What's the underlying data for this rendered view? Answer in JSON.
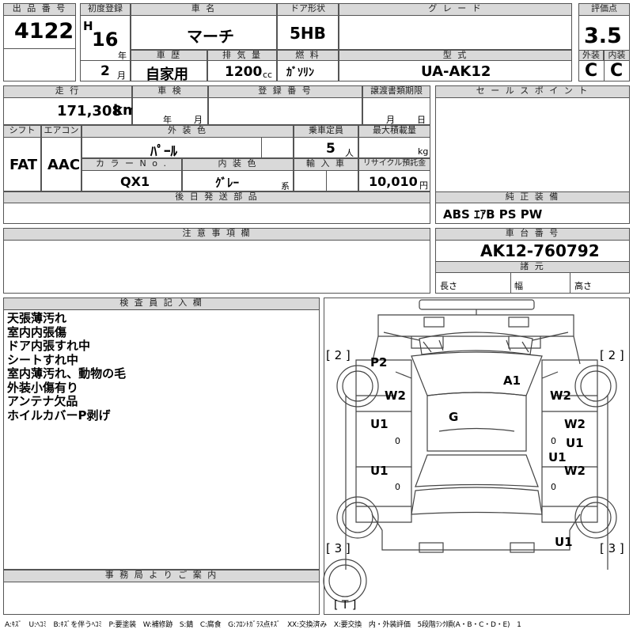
{
  "headers": {
    "lot_no": "出 品 番 号",
    "first_reg": "初度登録",
    "car_name": "車 名",
    "door": "ドア形状",
    "grade": "グ レ ー ド",
    "score": "評価点",
    "history": "車 歴",
    "displacement": "排 気 量",
    "fuel": "燃 料",
    "model": "型 式",
    "exterior": "外装",
    "interior": "内装",
    "mileage": "走 行",
    "inspection": "車 検",
    "reg_no": "登 録 番 号",
    "transfer_deadline": "譲渡書類期限",
    "sales_point": "セ ー ル ス ポ イ ン ト",
    "shift": "シフト",
    "aircon": "エアコン",
    "ext_color": "外 装 色",
    "capacity": "乗車定員",
    "max_load": "最大積載量",
    "color_no": "カ ラ ー N o .",
    "int_color": "内 装 色",
    "import": "輸 入 車",
    "recycle": "リサイクル預託金",
    "later_parts": "後 日 発 送 部 品",
    "genuine": "純 正 装 備",
    "notes": "注 意 事 項 欄",
    "chassis_no": "車 台 番 号",
    "specs": "諸 元",
    "inspector": "検 査 員 記 入 欄",
    "office": "事 務 局 よ り ご 案 内"
  },
  "lot_no": "4122",
  "first_reg": {
    "era": "H",
    "year": "16",
    "year_unit": "年",
    "month": "2",
    "month_unit": "月"
  },
  "car_name": "マーチ",
  "door": "5HB",
  "grade": "",
  "score": "3.5",
  "history": "自家用",
  "displacement": "1200",
  "displacement_unit": "cc",
  "fuel": "ｶﾞｿﾘﾝ",
  "model": "UA-AK12",
  "exterior_score": "C",
  "interior_score": "C",
  "mileage": "171,308",
  "mileage_unit": "km",
  "inspection_year_unit": "年",
  "inspection_month_unit": "月",
  "transfer_month_unit": "月",
  "transfer_day_unit": "日",
  "shift": "FAT",
  "aircon": "AAC",
  "ext_color": "ﾊﾟｰﾙ",
  "capacity": "5",
  "capacity_unit": "人",
  "max_load_unit": "kg",
  "color_no": "QX1",
  "int_color": "ｸﾞﾚｰ",
  "int_color_suffix": "系",
  "recycle": "10,010",
  "recycle_unit": "円",
  "genuine": "ABS ｴｱB PS PW",
  "chassis_no": "AK12-760792",
  "specs": {
    "length": "長さ",
    "width": "幅",
    "height": "高さ"
  },
  "inspector_notes": [
    "天張薄汚れ",
    "室内内張傷",
    "ドア内張すれ中",
    "シートすれ中",
    "室内薄汚れ、動物の毛",
    "外装小傷有り",
    "アンテナ欠品",
    "ホイルカバーP剥げ"
  ],
  "diagram": {
    "tire_fl": "[ 2 ]",
    "tire_fr": "[ 2 ]",
    "tire_rl": "[ 3 ]",
    "tire_rr": "[ 3 ]",
    "tire_t": "[ T ]",
    "marks": {
      "p2": "P2",
      "a1": "A1",
      "w2_left": "W2",
      "w2_right": "W2",
      "w2_rdoor": "W2",
      "g": "G",
      "u1_lfd": "U1",
      "u1_rfd": "U1",
      "u1_rmid": "U1",
      "u1_lrd": "U1",
      "w2_rrd": "W2",
      "u1_rear": "U1",
      "zero_1": "0",
      "zero_2": "0",
      "zero_3": "0",
      "zero_4": "0"
    }
  },
  "legend": "A:ｷｽﾞ　U:ﾍｺﾐ　B:ｷｽﾞを伴うﾍｺﾐ　P:要塗装　W:補修跡　S:錆　C:腐食　G:ﾌﾛﾝﾄｶﾞﾗｽ点ｷｽﾞ　XX:交換済み　X:要交換　内・外装評価　5段階ﾗﾝｸ順(A・B・C・D・E)　1"
}
